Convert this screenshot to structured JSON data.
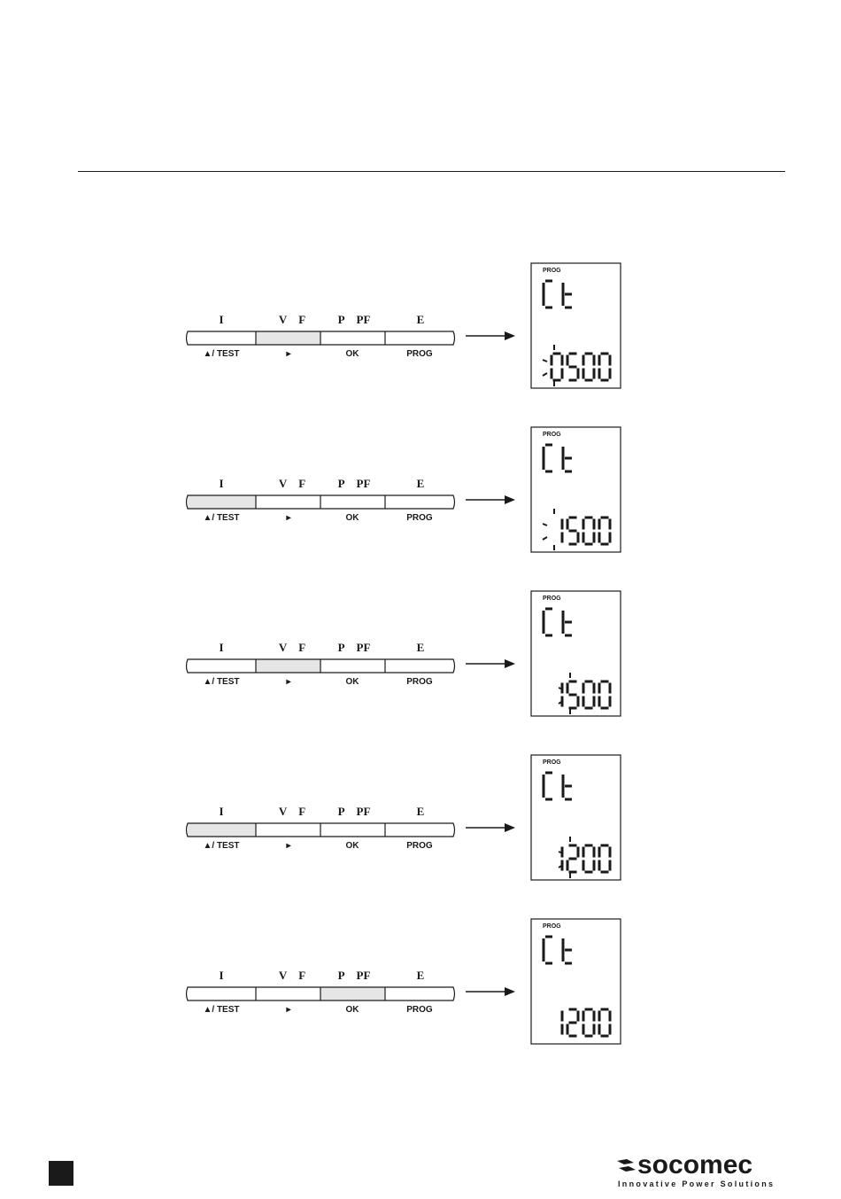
{
  "buttons": [
    {
      "top_label": "I",
      "bottom_label": "▲/ TEST"
    },
    {
      "top_label": "V  F",
      "bottom_label": "▸"
    },
    {
      "top_label": "P  PF",
      "bottom_label": "OK"
    },
    {
      "top_label": "E",
      "bottom_label": "PROG"
    }
  ],
  "steps": [
    {
      "pressed_button": 1,
      "display_mode": "PROG",
      "display_code": "Ct",
      "display_value": "0500",
      "blink_digit": 0
    },
    {
      "pressed_button": 0,
      "display_mode": "PROG",
      "display_code": "Ct",
      "display_value": "1500",
      "blink_digit": 0
    },
    {
      "pressed_button": 1,
      "display_mode": "PROG",
      "display_code": "Ct",
      "display_value": "1500",
      "blink_digit": 1
    },
    {
      "pressed_button": 0,
      "display_mode": "PROG",
      "display_code": "Ct",
      "display_value": "1200",
      "blink_digit": 1
    },
    {
      "pressed_button": 2,
      "display_mode": "PROG",
      "display_code": "Ct",
      "display_value": "1200",
      "blink_digit": null
    }
  ],
  "colors": {
    "pressed_fill": "#e6e6e6",
    "ink": "#1a1a1a"
  },
  "footer": {
    "brand": "socomec",
    "tagline": "Innovative Power Solutions"
  }
}
